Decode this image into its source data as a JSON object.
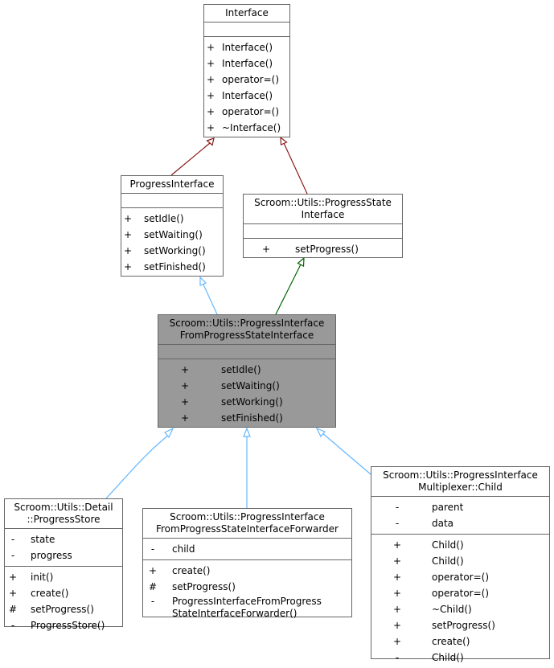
{
  "diagram": {
    "interface": {
      "title": [
        "Interface"
      ],
      "attributes": [],
      "methods": [
        {
          "vis": "+",
          "name": "Interface()"
        },
        {
          "vis": "+",
          "name": "Interface()"
        },
        {
          "vis": "+",
          "name": "operator=()"
        },
        {
          "vis": "+",
          "name": "Interface()"
        },
        {
          "vis": "+",
          "name": "operator=()"
        },
        {
          "vis": "+",
          "name": "~Interface()"
        }
      ]
    },
    "progress_interface": {
      "title": [
        "ProgressInterface"
      ],
      "attributes": [],
      "methods": [
        {
          "vis": "+",
          "name": "setIdle()"
        },
        {
          "vis": "+",
          "name": "setWaiting()"
        },
        {
          "vis": "+",
          "name": "setWorking()"
        },
        {
          "vis": "+",
          "name": "setFinished()"
        }
      ]
    },
    "progress_state_interface": {
      "title": [
        "Scroom::Utils::ProgressState",
        "Interface"
      ],
      "attributes": [],
      "methods": [
        {
          "vis": "+",
          "name": "setProgress()"
        }
      ]
    },
    "from_progress_state": {
      "title": [
        "Scroom::Utils::ProgressInterface",
        "FromProgressStateInterface"
      ],
      "attributes": [],
      "methods": [
        {
          "vis": "+",
          "name": "setIdle()"
        },
        {
          "vis": "+",
          "name": "setWaiting()"
        },
        {
          "vis": "+",
          "name": "setWorking()"
        },
        {
          "vis": "+",
          "name": "setFinished()"
        }
      ]
    },
    "progress_store": {
      "title": [
        "Scroom::Utils::Detail",
        "::ProgressStore"
      ],
      "attributes": [
        {
          "vis": "-",
          "name": "state"
        },
        {
          "vis": "-",
          "name": "progress"
        }
      ],
      "methods": [
        {
          "vis": "+",
          "name": "init()"
        },
        {
          "vis": "+",
          "name": "create()"
        },
        {
          "vis": "#",
          "name": "setProgress()"
        },
        {
          "vis": "-",
          "name": "ProgressStore()"
        }
      ]
    },
    "forwarder": {
      "title": [
        "Scroom::Utils::ProgressInterface",
        "FromProgressStateInterfaceForwarder"
      ],
      "attributes": [
        {
          "vis": "-",
          "name": "child"
        }
      ],
      "methods": [
        {
          "vis": "+",
          "name": "create()"
        },
        {
          "vis": "#",
          "name": "setProgress()"
        },
        {
          "vis": "-",
          "name": "ProgressInterfaceFromProgress\nStateInterfaceForwarder()"
        }
      ]
    },
    "multiplexer_child": {
      "title": [
        "Scroom::Utils::ProgressInterface",
        "Multiplexer::Child"
      ],
      "attributes": [
        {
          "vis": "-",
          "name": "parent"
        },
        {
          "vis": "-",
          "name": "data"
        }
      ],
      "methods": [
        {
          "vis": "+",
          "name": "Child()"
        },
        {
          "vis": "+",
          "name": "Child()"
        },
        {
          "vis": "+",
          "name": "operator=()"
        },
        {
          "vis": "+",
          "name": "operator=()"
        },
        {
          "vis": "+",
          "name": "~Child()"
        },
        {
          "vis": "+",
          "name": "setProgress()"
        },
        {
          "vis": "+",
          "name": "create()"
        },
        {
          "vis": "-",
          "name": "Child()"
        }
      ]
    },
    "colors": {
      "inherit_public": "#63b8ff",
      "inherit_protected": "#8b1a1a",
      "inherit_private": "#006400",
      "highlight_fill": "#999999",
      "border": "#666666"
    }
  }
}
